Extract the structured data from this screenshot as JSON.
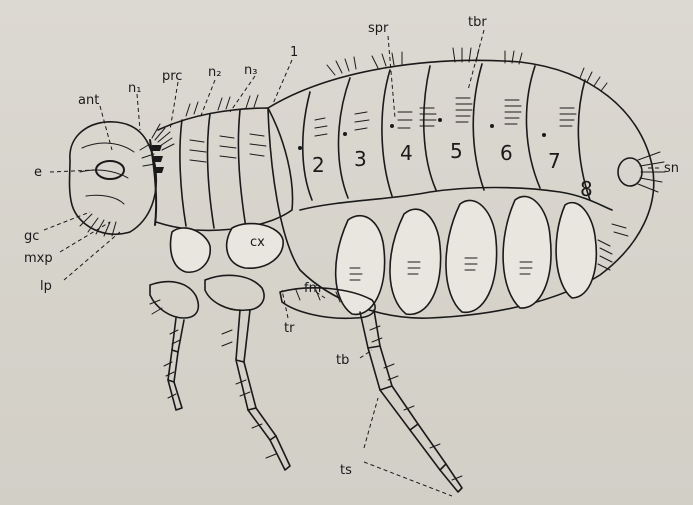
{
  "labels": {
    "ant": "ant",
    "n1": "n₁",
    "prc": "prc",
    "n2": "n₂",
    "n3": "n₃",
    "one": "1",
    "spr": "spr",
    "tbr": "tbr",
    "sn": "sn",
    "e": "e",
    "gc": "gc",
    "mxp": "mxp",
    "lp": "lp",
    "cx": "cx",
    "fm": "fm",
    "tr": "tr",
    "tb": "tb",
    "ts": "ts"
  },
  "segments": [
    "2",
    "3",
    "4",
    "5",
    "6",
    "7",
    "8"
  ]
}
